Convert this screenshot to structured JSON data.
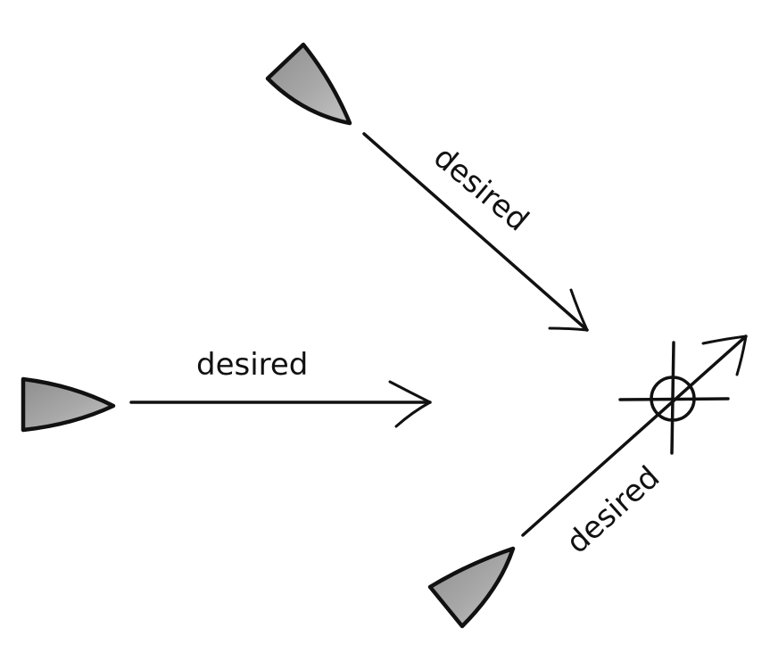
{
  "colors": {
    "vehicle_fill": "#9a9a9a",
    "vehicle_highlight": "#bdbdbd",
    "ink": "#111111",
    "background": "#ffffff"
  },
  "labels": {
    "top": "desired",
    "left": "desired",
    "bottom": "desired"
  },
  "icons": {
    "vehicles": "triangle-vehicle-icon",
    "target": "crosshair-target-icon"
  }
}
